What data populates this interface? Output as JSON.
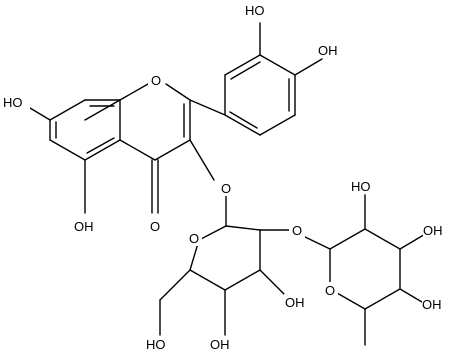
{
  "atoms": {
    "oh_top_left": "HO",
    "oh_top_right": "OH",
    "oh_7": "HO",
    "o_ring": "O",
    "oh_5": "OH",
    "o_carbonyl": "O",
    "o_3": "O",
    "o_glc_ring": "O",
    "o_link": "O",
    "oh_rha_top": "HO",
    "oh_rha_right": "OH",
    "o_rha_ring": "O",
    "oh_glc_3": "OH",
    "oh_rha_4": "OH",
    "oh_glc_6": "HO",
    "oh_glc_4": "OH"
  }
}
